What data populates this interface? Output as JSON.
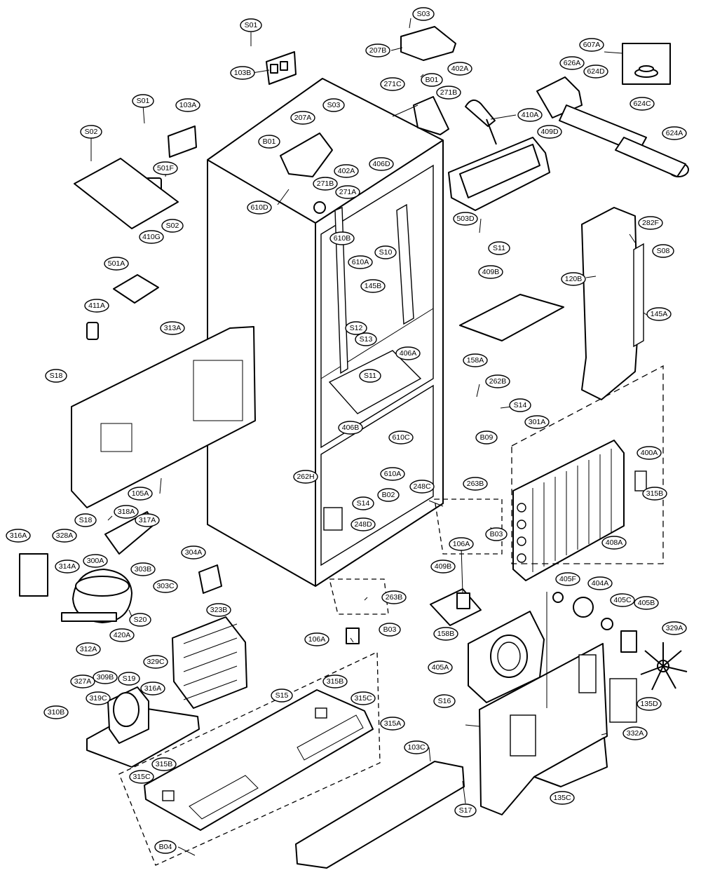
{
  "labels": {
    "S01_top": "S01",
    "103B": "103B",
    "S03_top": "S03",
    "207B": "207B",
    "402A_top": "402A",
    "B01_top": "B01",
    "271C": "271C",
    "271B_top": "271B",
    "410A": "410A",
    "409D": "409D",
    "626A": "626A",
    "624D": "624D",
    "607A": "607A",
    "624C": "624C",
    "624A": "624A",
    "S01_left": "S01",
    "103A": "103A",
    "S02_left": "S02",
    "501F": "501F",
    "S02_mid": "S02",
    "410G": "410G",
    "501A": "501A",
    "411A": "411A",
    "313A": "313A",
    "S18_left": "S18",
    "207A": "207A",
    "S03_mid": "S03",
    "B01_mid": "B01",
    "402A_mid": "402A",
    "271B_mid": "271B",
    "271A": "271A",
    "610D": "610D",
    "406D": "406D",
    "610B": "610B",
    "610A_top": "610A",
    "S10": "S10",
    "145B": "145B",
    "S12": "S12",
    "S13": "S13",
    "406A": "406A",
    "S11_mid": "S11",
    "503D": "503D",
    "S11_right": "S11",
    "409B_top": "409B",
    "158A": "158A",
    "282F": "282F",
    "S08": "S08",
    "120B": "120B",
    "145A": "145A",
    "262B": "262B",
    "S14_right": "S14",
    "B09": "B09",
    "301A": "301A",
    "400A": "400A",
    "406B": "406B",
    "610C": "610C",
    "262H": "262H",
    "610A_low": "610A",
    "B02": "B02",
    "248C": "248C",
    "S14_low": "S14",
    "248D": "248D",
    "263B_right": "263B",
    "B03_right": "B03",
    "315B_right": "315B",
    "408A": "408A",
    "105A": "105A",
    "318A": "318A",
    "317A": "317A",
    "S18_low": "S18",
    "328A": "328A",
    "316A": "316A",
    "314A": "314A",
    "300A": "300A",
    "303B": "303B",
    "303C": "303C",
    "304A": "304A",
    "106A_right": "106A",
    "409B_low": "409B",
    "158B": "158B",
    "263B_low": "263B",
    "B03_low": "B03",
    "106A_low": "106A",
    "405F": "405F",
    "404A": "404A",
    "405C": "405C",
    "405B": "405B",
    "329A": "329A",
    "S20": "S20",
    "420A": "420A",
    "312A": "312A",
    "329C": "329C",
    "323B": "323B",
    "327A": "327A",
    "309B": "309B",
    "S19": "S19",
    "316A_low": "316A",
    "310B": "310B",
    "319C": "319C",
    "S15": "S15",
    "315B_low": "315B",
    "315C_right": "315C",
    "315A": "315A",
    "405A": "405A",
    "S16": "S16",
    "135D": "135D",
    "332A": "332A",
    "103C": "103C",
    "315B_left": "315B",
    "315C_left": "315C",
    "135C": "135C",
    "S17": "S17",
    "B04": "B04"
  }
}
